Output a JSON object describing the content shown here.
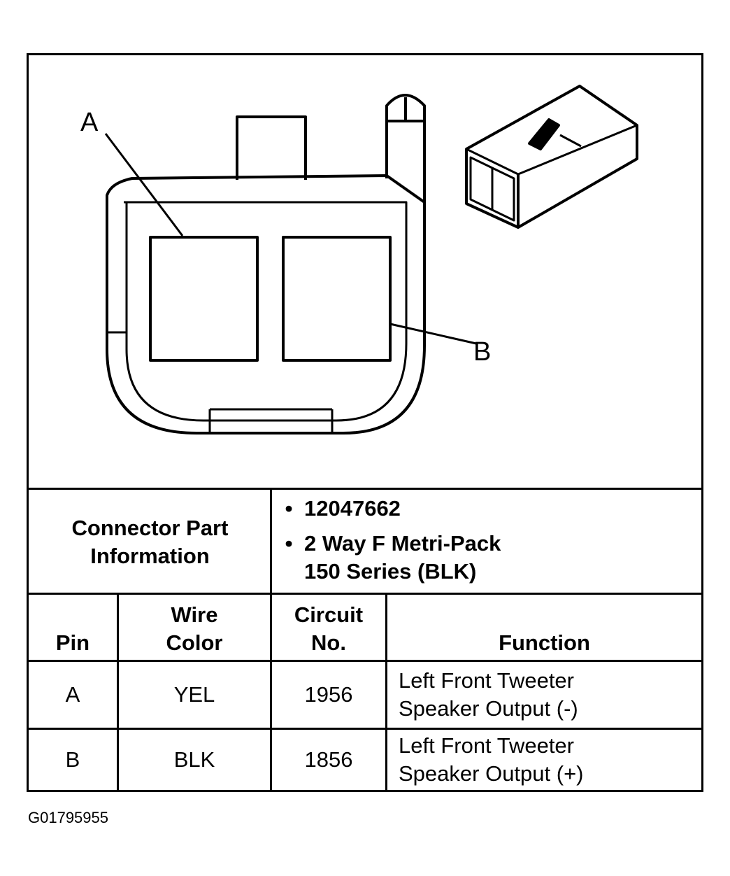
{
  "diagram": {
    "callouts": {
      "a": "A",
      "b": "B"
    }
  },
  "connector_info": {
    "label_line1": "Connector Part",
    "label_line2": "Information",
    "bullet_char": "•",
    "part_number": "12047662",
    "description_line1": "2 Way F Metri-Pack",
    "description_line2": "150 Series (BLK)"
  },
  "table": {
    "headers": {
      "pin": "Pin",
      "wire_color_line1": "Wire",
      "wire_color_line2": "Color",
      "circuit_line1": "Circuit",
      "circuit_line2": "No.",
      "function": "Function"
    },
    "rows": [
      {
        "pin": "A",
        "wire_color": "YEL",
        "circuit": "1956",
        "function_line1": "Left Front Tweeter",
        "function_line2": "Speaker Output (-)"
      },
      {
        "pin": "B",
        "wire_color": "BLK",
        "circuit": "1856",
        "function_line1": "Left Front Tweeter",
        "function_line2": "Speaker Output (+)"
      }
    ]
  },
  "figure_id": "G01795955"
}
